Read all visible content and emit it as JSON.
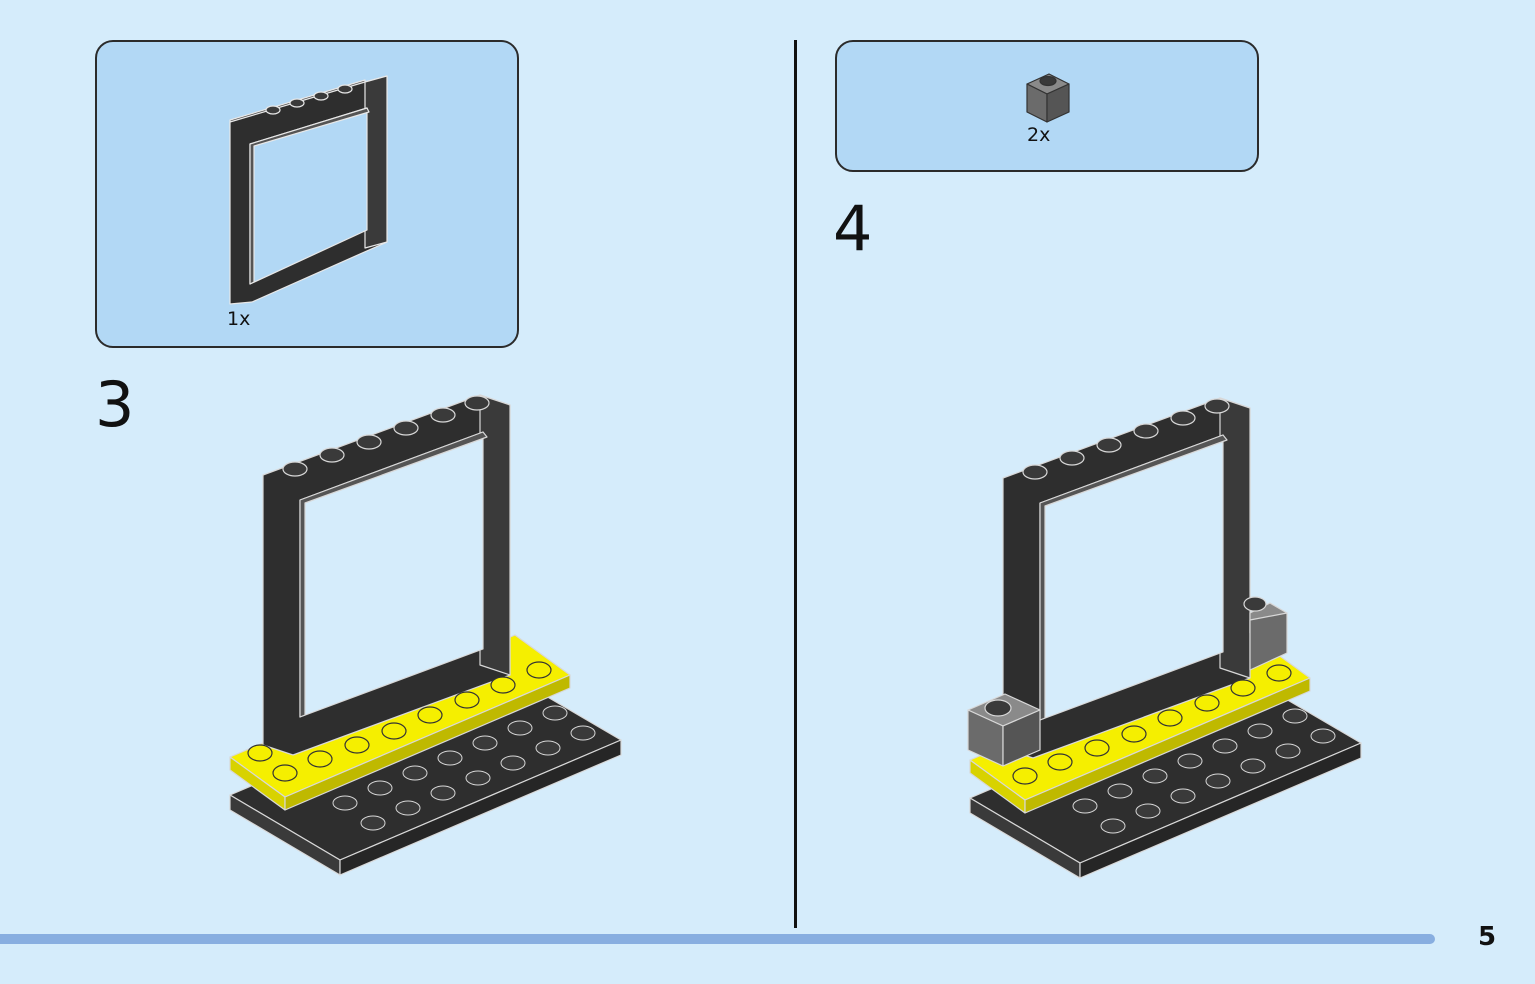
{
  "page": {
    "number": "5"
  },
  "steps": [
    {
      "number": "3",
      "parts": [
        {
          "quantity": "1x",
          "icon": "black-window-frame-icon"
        }
      ]
    },
    {
      "number": "4",
      "parts": [
        {
          "quantity": "2x",
          "icon": "grey-1x1-brick-icon"
        }
      ]
    }
  ],
  "colors": {
    "background": "#d5ecfb",
    "parts_box": "#b2d8f5",
    "brick_black": "#2e2e2e",
    "brick_yellow": "#f5ef00",
    "brick_grey": "#6b6b6b",
    "progress_bar": "#88aee0"
  }
}
